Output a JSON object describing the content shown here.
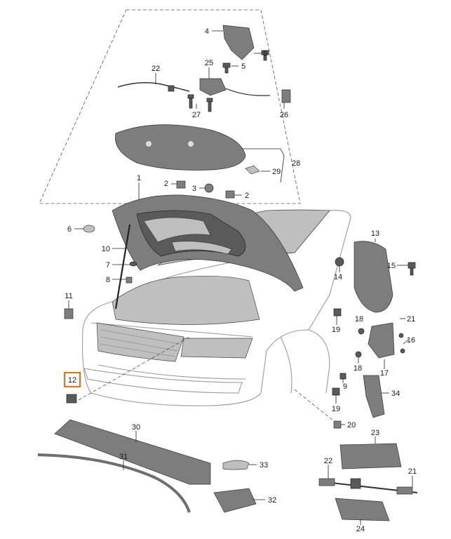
{
  "diagram": {
    "callouts": {
      "c1": "1",
      "c2a": "2",
      "c2b": "2",
      "c3": "3",
      "c4": "4",
      "c5a": "5",
      "c5b": "5",
      "c6": "6",
      "c7": "7",
      "c8": "8",
      "c9": "9",
      "c10": "10",
      "c11": "11",
      "c12": "12",
      "c13": "13",
      "c14": "14",
      "c15": "15",
      "c16": "16",
      "c17": "17",
      "c18a": "18",
      "c18b": "18",
      "c19a": "19",
      "c19b": "19",
      "c20": "20",
      "c21a": "21",
      "c21b": "21",
      "c22a": "22",
      "c22b": "22",
      "c23": "23",
      "c24": "24",
      "c25": "25",
      "c26": "26",
      "c27": "27",
      "c28": "28",
      "c29": "29",
      "c30": "30",
      "c31": "31",
      "c32": "32",
      "c33": "33",
      "c34": "34"
    },
    "highlighted_callout": "12",
    "colors": {
      "highlight": "#e8731c",
      "part": "#7d7d7d",
      "car_line": "#9a9a9a"
    }
  }
}
